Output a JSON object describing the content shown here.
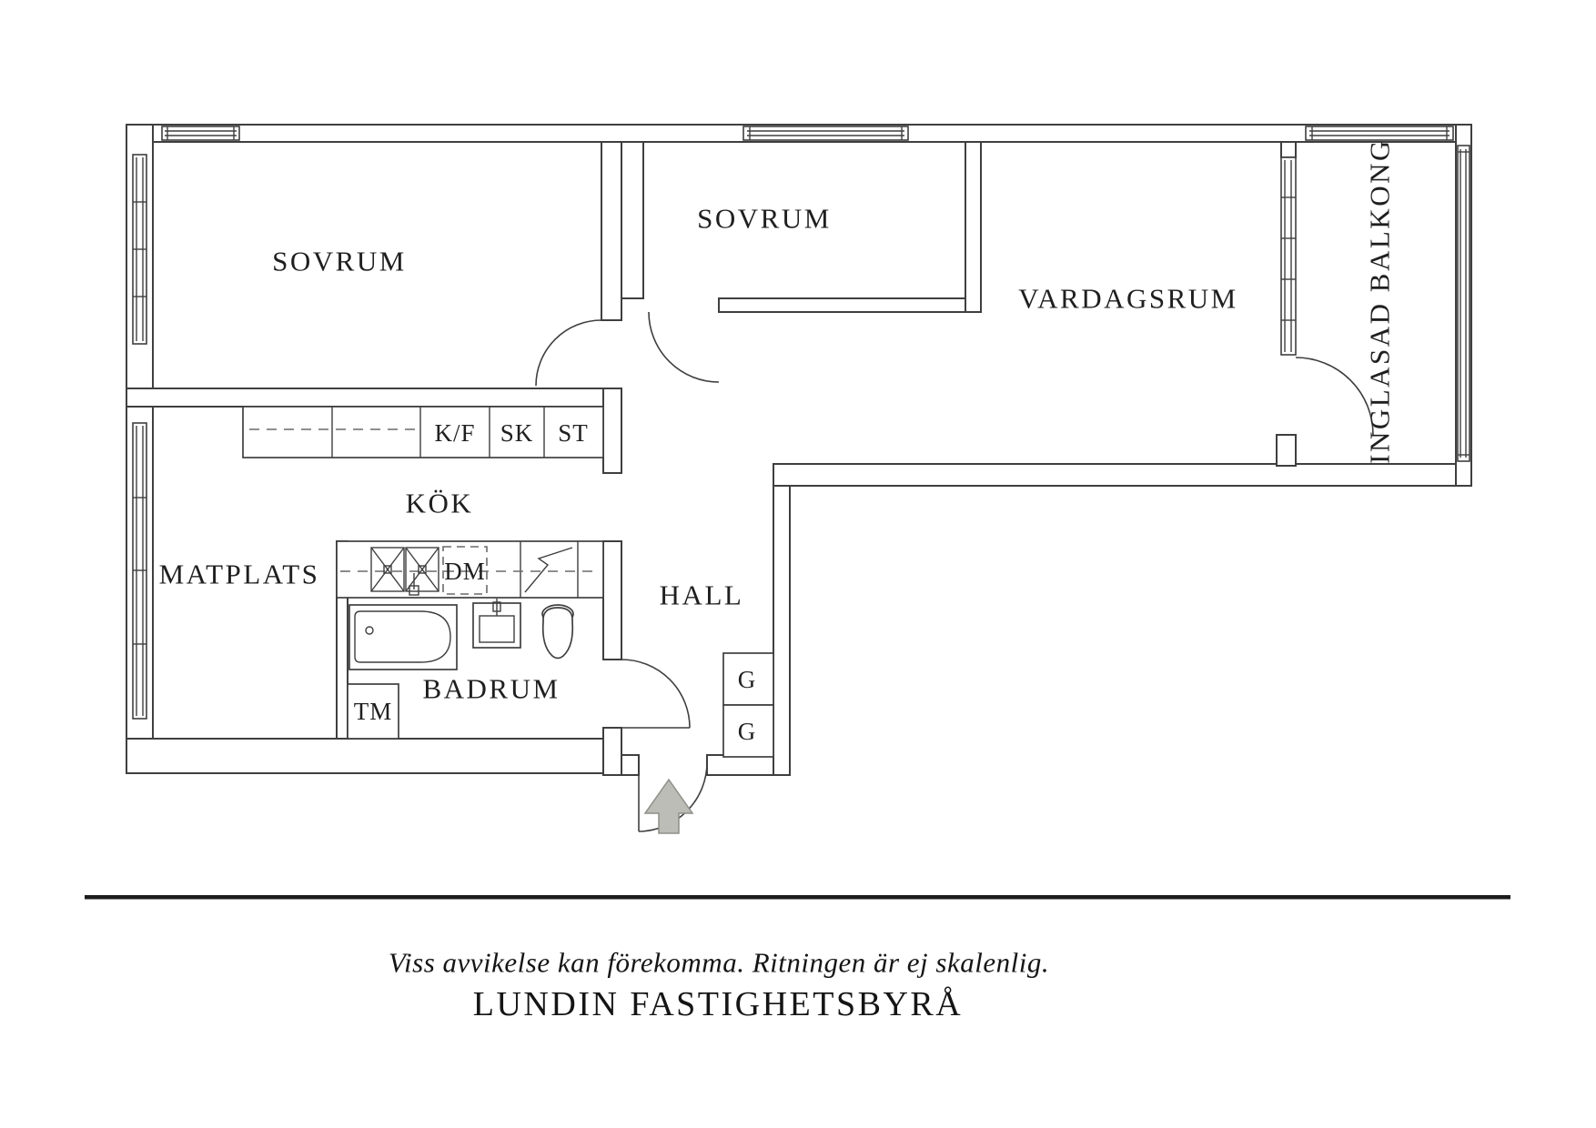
{
  "colors": {
    "line": "#3f3f3f",
    "text": "#1f1f1f",
    "divider": "#1c1c1c",
    "arrow_fill": "#bdbdb7",
    "arrow_stroke": "#8f8f89",
    "background": "#ffffff"
  },
  "rooms": {
    "sovrum_left": "SOVRUM",
    "sovrum_middle": "SOVRUM",
    "vardagsrum": "VARDAGSRUM",
    "inglasad_balkong": "INGLASAD BALKONG",
    "kok": "KÖK",
    "matplats": "MATPLATS",
    "hall": "HALL",
    "badrum": "BADRUM"
  },
  "fixtures": {
    "kyl_frys": "K/F",
    "skap": "SK",
    "stad": "ST",
    "diskmaskin": "DM",
    "tvattmaskin": "TM",
    "garderob_1": "G",
    "garderob_2": "G"
  },
  "footer": {
    "disclaimer": "Viss avvikelse kan förekomma. Ritningen är ej skalenlig.",
    "brand": "LUNDIN FASTIGHETSBYRÅ"
  }
}
